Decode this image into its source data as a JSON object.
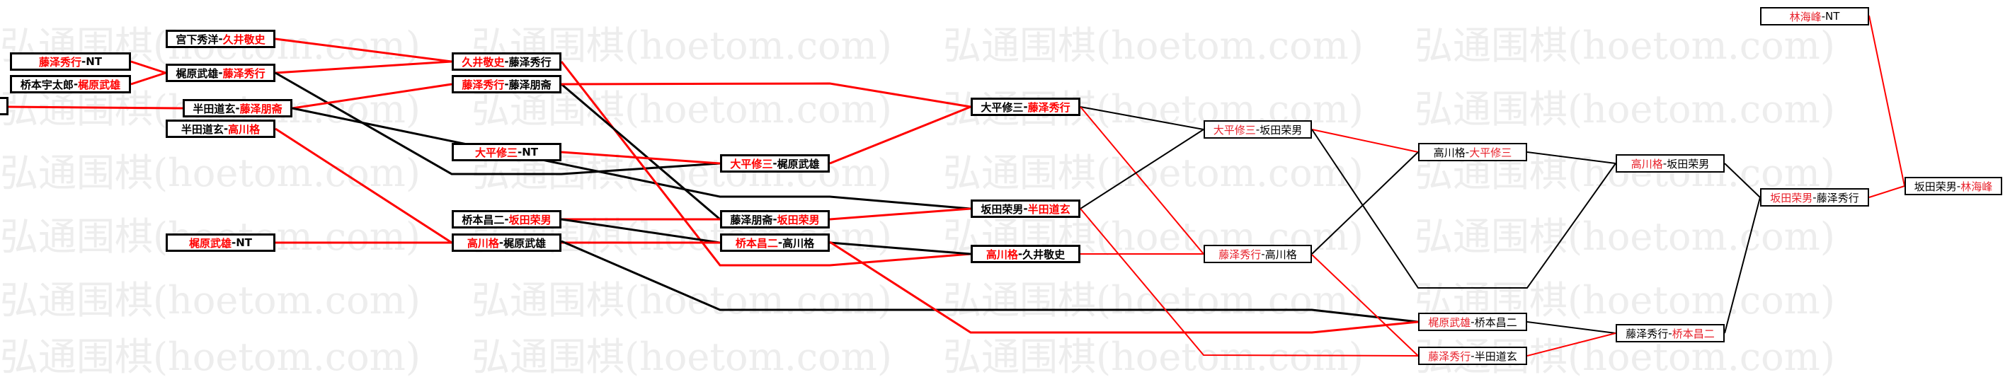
{
  "watermark": "弘通围棋(hoetom.com)",
  "colors": {
    "winner": "#ff0000",
    "loser": "#000000"
  },
  "separator": "-",
  "matches": [
    {
      "p1": "藤泽秀行",
      "p2": "NT",
      "winner": 1
    },
    {
      "p1": "桥本宇太郎",
      "p2": "梶原武雄",
      "winner": 2
    },
    {
      "p1": "宫下秀洋",
      "p2": "久井敬史",
      "winner": 2
    },
    {
      "p1": "梶原武雄",
      "p2": "藤泽秀行",
      "winner": 2
    },
    {
      "p1": "半田道玄",
      "p2": "藤泽朋斋",
      "winner": 2
    },
    {
      "p1": "半田道玄",
      "p2": "高川格",
      "winner": 2
    },
    {
      "p1": "梶原武雄",
      "p2": "NT",
      "winner": 1
    },
    {
      "p1": "久井敬史",
      "p2": "藤泽秀行",
      "winner": 1
    },
    {
      "p1": "藤泽秀行",
      "p2": "藤泽朋斋",
      "winner": 1
    },
    {
      "p1": "大平修三",
      "p2": "NT",
      "winner": 1
    },
    {
      "p1": "桥本昌二",
      "p2": "坂田荣男",
      "winner": 2
    },
    {
      "p1": "高川格",
      "p2": "梶原武雄",
      "winner": 1
    },
    {
      "p1": "大平修三",
      "p2": "梶原武雄",
      "winner": 1
    },
    {
      "p1": "藤泽朋斋",
      "p2": "坂田荣男",
      "winner": 2
    },
    {
      "p1": "桥本昌二",
      "p2": "高川格",
      "winner": 1
    },
    {
      "p1": "大平修三",
      "p2": "藤泽秀行",
      "winner": 2
    },
    {
      "p1": "坂田荣男",
      "p2": "半田道玄",
      "winner": 2
    },
    {
      "p1": "高川格",
      "p2": "久井敬史",
      "winner": 1
    },
    {
      "p1": "大平修三",
      "p2": "坂田荣男",
      "winner": 1
    },
    {
      "p1": "藤泽秀行",
      "p2": "高川格",
      "winner": 1
    },
    {
      "p1": "高川格",
      "p2": "大平修三",
      "winner": 2
    },
    {
      "p1": "梶原武雄",
      "p2": "桥本昌二",
      "winner": 1
    },
    {
      "p1": "藤泽秀行",
      "p2": "半田道玄",
      "winner": 1
    },
    {
      "p1": "高川格",
      "p2": "坂田荣男",
      "winner": 1
    },
    {
      "p1": "藤泽秀行",
      "p2": "桥本昌二",
      "winner": 2
    },
    {
      "p1": "坂田荣男",
      "p2": "藤泽秀行",
      "winner": 1
    },
    {
      "p1": "林海峰",
      "p2": "NT",
      "winner": 1
    },
    {
      "p1": "坂田荣男",
      "p2": "林海峰",
      "winner": 2
    }
  ]
}
